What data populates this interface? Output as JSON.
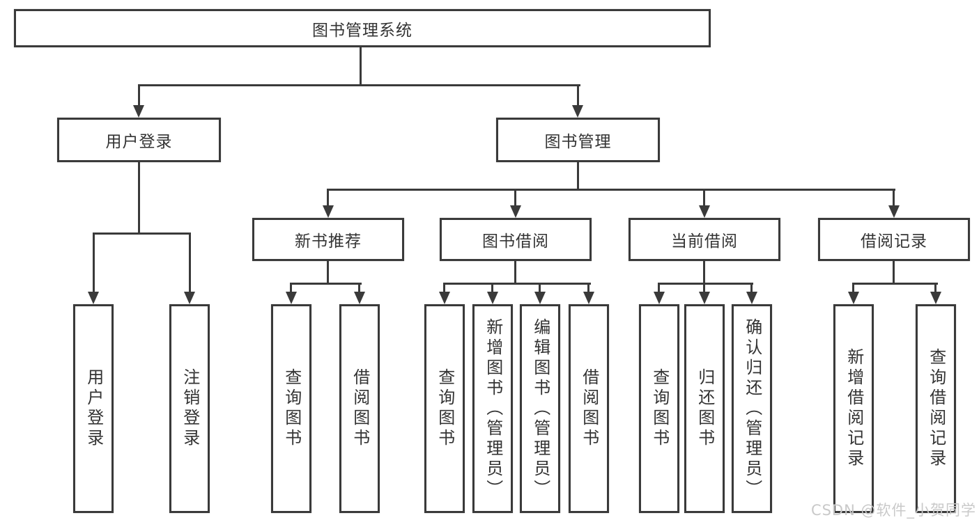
{
  "tree": {
    "root": "图书管理系统",
    "branches": [
      {
        "label": "用户登录",
        "leaves": [
          "用户登录",
          "注销登录"
        ]
      },
      {
        "label": "图书管理",
        "children": [
          {
            "label": "新书推荐",
            "leaves": [
              "查询图书",
              "借阅图书"
            ]
          },
          {
            "label": "图书借阅",
            "leaves": [
              "查询图书",
              "新增图书（管理员）",
              "编辑图书（管理员）",
              "借阅图书"
            ]
          },
          {
            "label": "当前借阅",
            "leaves": [
              "查询图书",
              "归还图书",
              "确认归还（管理员）"
            ]
          },
          {
            "label": "借阅记录",
            "leaves": [
              "新增借阅记录",
              "查询借阅记录"
            ]
          }
        ]
      }
    ]
  },
  "watermark": "CSDN @软件_小贺同学",
  "colors": {
    "line": "#3a3a3a",
    "text": "#333333",
    "watermark": "#c9c9c9",
    "background": "#ffffff"
  }
}
